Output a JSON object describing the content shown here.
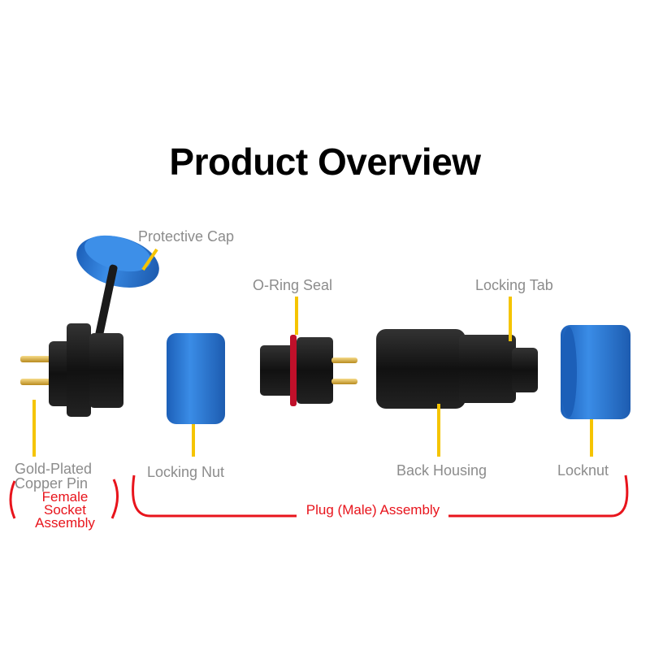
{
  "title": "Product Overview",
  "labels": {
    "protective_cap": "Protective Cap",
    "o_ring_seal": "O-Ring Seal",
    "locking_tab": "Locking Tab",
    "gold_pin_line1": "Gold-Plated",
    "gold_pin_line2": "Copper Pin",
    "locking_nut": "Locking Nut",
    "back_housing": "Back Housing",
    "locknut": "Locknut"
  },
  "groups": {
    "female_line1": "Female",
    "female_line2": "Socket",
    "female_line3": "Assembly",
    "plug": "Plug (Male) Assembly"
  },
  "colors": {
    "leader": "#f5c400",
    "bracket": "#e8141c",
    "blue": "#2f7fd8",
    "label": "#8c8c8c"
  }
}
